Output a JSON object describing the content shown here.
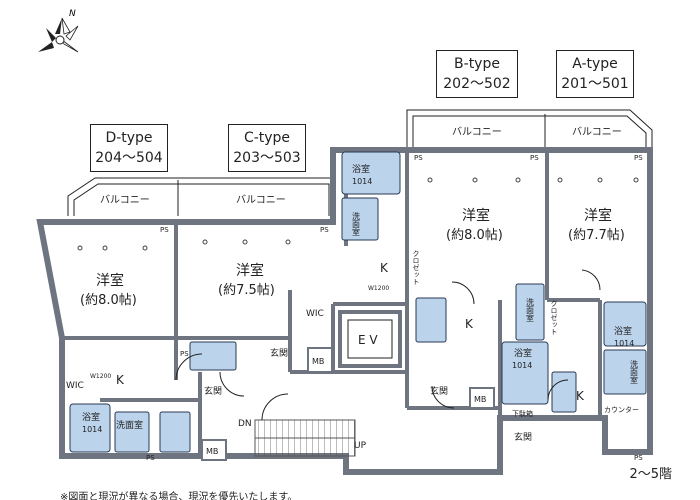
{
  "compass": {
    "north_label": "N"
  },
  "unit_types": [
    {
      "type": "D-type",
      "floors": "204〜504"
    },
    {
      "type": "C-type",
      "floors": "203〜503"
    },
    {
      "type": "B-type",
      "floors": "202〜502"
    },
    {
      "type": "A-type",
      "floors": "201〜501"
    }
  ],
  "balcony_label": "バルコニー",
  "rooms": {
    "western": "洋室",
    "d_size": "(約8.0帖)",
    "c_size": "(約7.5帖)",
    "b_size": "(約8.0帖)",
    "a_size": "(約7.7帖)",
    "bath": "浴室",
    "bath_size": "1014",
    "washroom": "洗面室",
    "kitchen": "K",
    "entrance": "玄関",
    "wic": "WIC",
    "ev": "E V",
    "mb": "MB",
    "ps": "PS",
    "closet": "クロゼット",
    "shoe_box": "下駄箱",
    "counter": "カウンター",
    "dn": "DN",
    "up": "UP",
    "w_width": "W1200"
  },
  "floor_label": "2〜5階",
  "note": "※図面と現況が異なる場合、現況を優先いたします。",
  "colors": {
    "wall": "#6e7580",
    "fixture": "#bcd3ec",
    "fixture_stroke": "#2a3a55",
    "line": "#222222"
  }
}
